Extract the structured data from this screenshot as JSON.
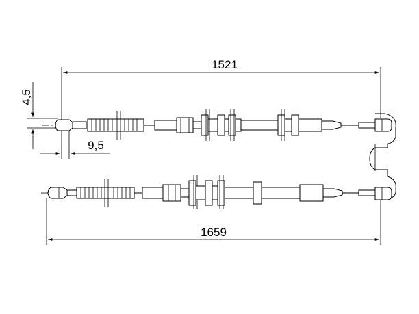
{
  "dimensions": {
    "overall_upper": "1521",
    "overall_lower": "1659",
    "end_offset": "9,5",
    "end_diameter": "4,5"
  },
  "colors": {
    "line": "#000000",
    "background": "#ffffff"
  }
}
